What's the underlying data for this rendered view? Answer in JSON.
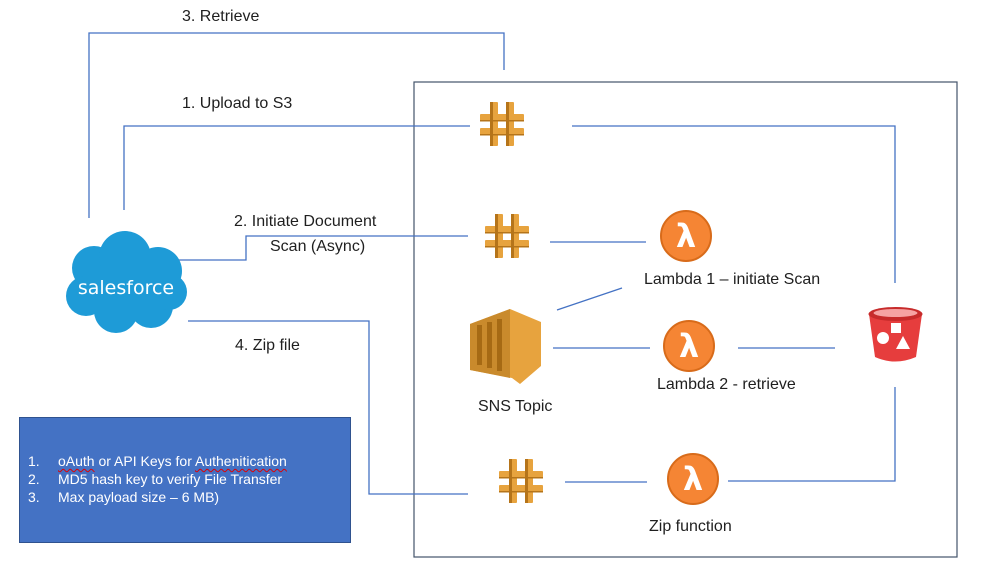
{
  "colors": {
    "connector": "#4472c4",
    "gateway": "#e7a33e",
    "gateway_dark": "#b5741a",
    "lambda": "#f58534",
    "sns": "#e7a33e",
    "sns_dark": "#a66a14",
    "s3": "#e63d3d",
    "salesforce": "#1e9bd7",
    "notes_bg": "#4472c4"
  },
  "steps": {
    "retrieve": "3. Retrieve",
    "upload": "1. Upload to S3",
    "initiate_line1": "2. Initiate Document",
    "initiate_line2": "Scan (Async)",
    "zip": "4. Zip file"
  },
  "salesforce": {
    "logo_text": "salesforce"
  },
  "nodes": {
    "lambda1": {
      "label": "Lambda 1 – initiate Scan",
      "glyph": "λ"
    },
    "lambda2": {
      "label": "Lambda 2 - retrieve",
      "glyph": "λ"
    },
    "zip_function": {
      "label": "Zip function",
      "glyph": "λ"
    },
    "sns": {
      "label": "SNS Topic"
    }
  },
  "icons": {
    "api_gateway": "api-gateway-icon",
    "lambda": "lambda-icon",
    "sns": "sns-topic-icon",
    "s3": "s3-bucket-icon",
    "salesforce": "salesforce-cloud-icon"
  },
  "notes": [
    {
      "num": "1.",
      "pre": "",
      "link1": "oAuth",
      "mid": " or API Keys for ",
      "link2": "Authenitication"
    },
    {
      "num": "2.",
      "text": "MD5 hash key to verify File Transfer"
    },
    {
      "num": "3.",
      "text": "Max payload size – 6 MB)"
    }
  ]
}
